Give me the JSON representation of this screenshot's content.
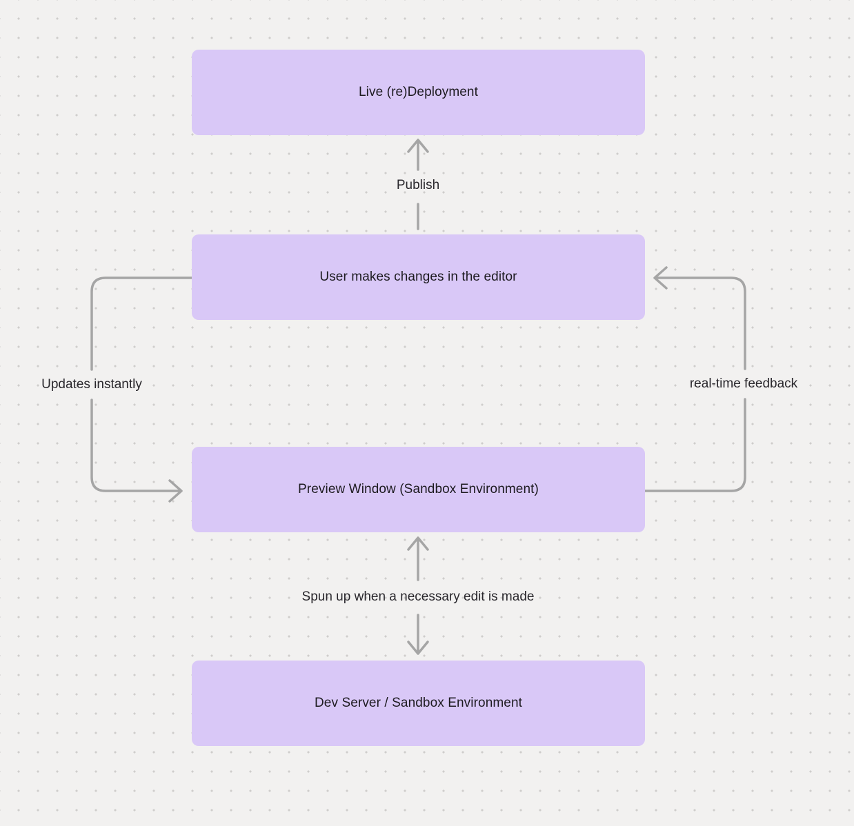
{
  "canvas": {
    "background_color": "#f2f1f0",
    "dot_color": "#cfcdcb",
    "node_fill_color": "#d9c8f7",
    "arrow_color": "#a5a5a5",
    "text_color": "#1d1b20"
  },
  "nodes": [
    {
      "id": "live-redeployment",
      "label": "Live (re)Deployment"
    },
    {
      "id": "user-changes",
      "label": "User makes changes in the editor"
    },
    {
      "id": "preview-window",
      "label": "Preview Window (Sandbox Environment)"
    },
    {
      "id": "dev-server",
      "label": "Dev Server / Sandbox Environment"
    }
  ],
  "edges": [
    {
      "id": "publish",
      "label": "Publish",
      "from": "user-changes",
      "to": "live-redeployment"
    },
    {
      "id": "updates-instantly",
      "label": "Updates instantly",
      "from": "user-changes",
      "to": "preview-window"
    },
    {
      "id": "real-time-feedback",
      "label": "real-time feedback",
      "from": "preview-window",
      "to": "user-changes"
    },
    {
      "id": "spun-up",
      "label": "Spun up when a necessary edit is made",
      "from": "preview-window",
      "to": "dev-server"
    }
  ]
}
